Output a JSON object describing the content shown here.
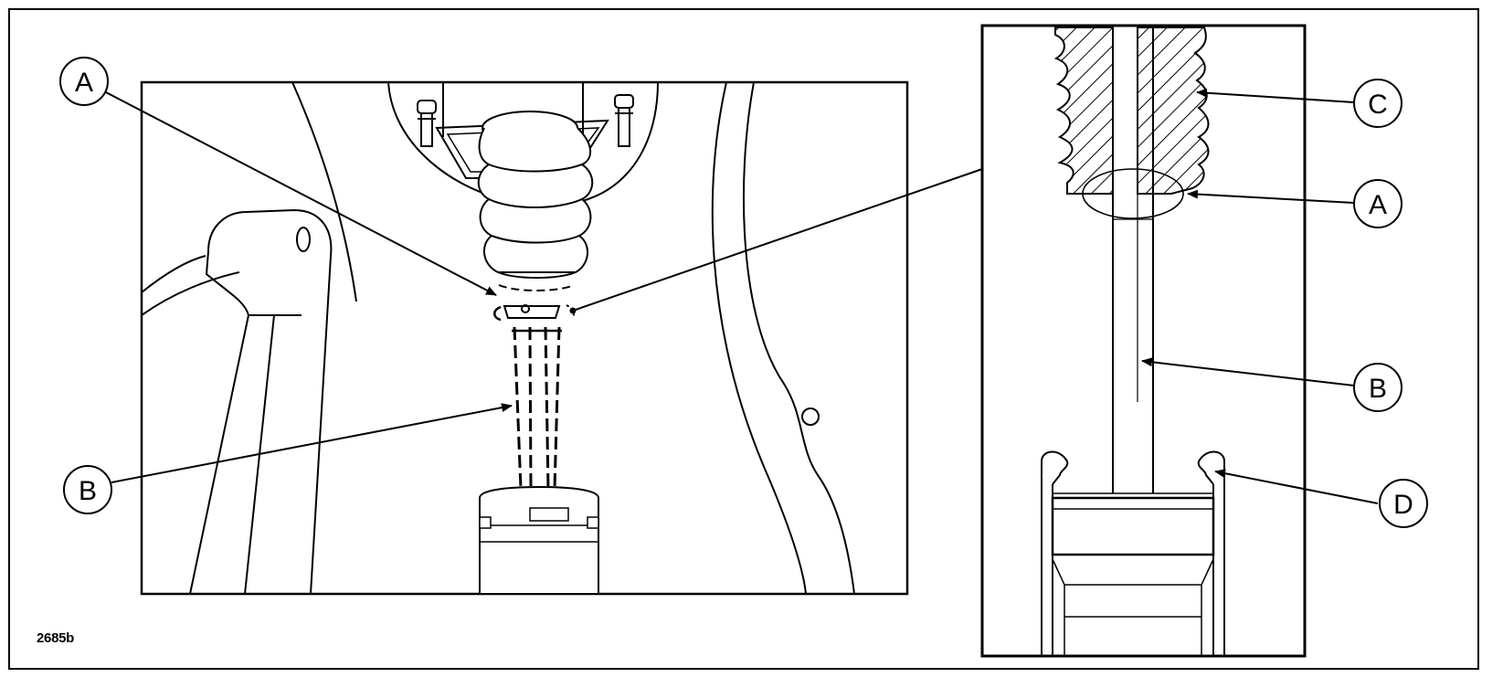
{
  "figure_id": "2685b",
  "callouts": {
    "left_a": "A",
    "left_b": "B",
    "detail_c": "C",
    "detail_a": "A",
    "detail_b": "B",
    "detail_d": "D"
  },
  "colors": {
    "line": "#000000",
    "background": "#ffffff"
  }
}
